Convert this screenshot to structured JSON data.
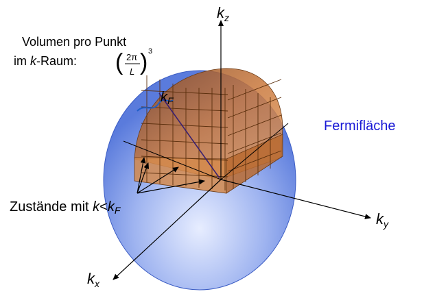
{
  "diagram": {
    "axes": {
      "kz": {
        "letter": "k",
        "sub": "z"
      },
      "ky": {
        "letter": "k",
        "sub": "y"
      },
      "kx": {
        "letter": "k",
        "sub": "x"
      }
    },
    "volume_label": {
      "line1": "Volumen pro Punkt",
      "line2_prefix": "im ",
      "line2_k": "k",
      "line2_suffix": "-Raum:",
      "formula": {
        "numerator": "2π",
        "denominator": "L",
        "exponent": "3"
      }
    },
    "kf_label": {
      "letter": "k",
      "sub": "F"
    },
    "fermi_label": "Fermifläche",
    "states_label": {
      "prefix": "Zustände mit ",
      "k": "k",
      "lt": "<",
      "kf": "k",
      "kf_sub": "F"
    },
    "colors": {
      "sphere": "#5b7fe0",
      "sphere_light": "#c9d6ff",
      "cube_face": "#c8773a",
      "cube_edge": "#6b3a14",
      "fermi_text": "#1a1ad6"
    }
  }
}
